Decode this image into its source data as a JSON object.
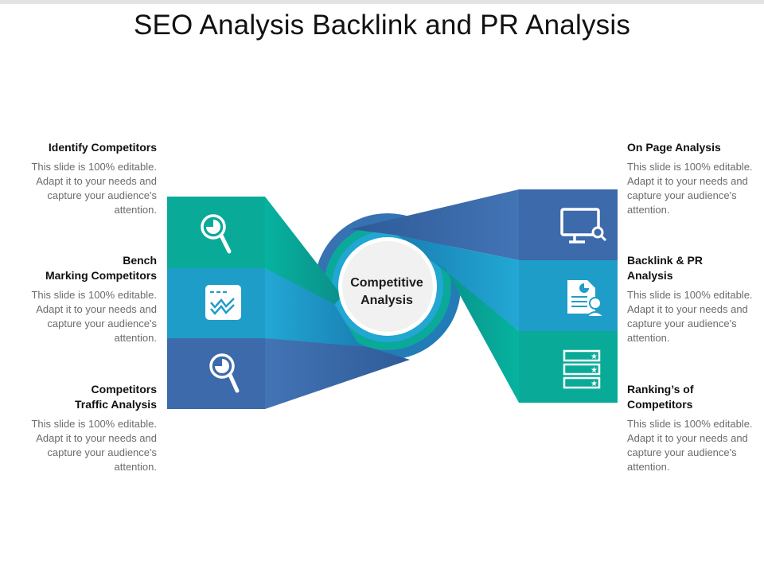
{
  "title": "SEO Analysis Backlink and PR Analysis",
  "center": {
    "line1": "Competitive",
    "line2": "Analysis"
  },
  "colors": {
    "teal": "#0aaa99",
    "sky": "#1f9dc9",
    "blue": "#3c6aab"
  },
  "left_items": [
    {
      "title": "Identify Competitors",
      "text": "This slide is 100% editable. Adapt it to your needs and capture your audience's attention.",
      "icon": "magnifier-chart-icon",
      "color": "#0aaa99"
    },
    {
      "title_line1": "Bench",
      "title_line2": "Marking Competitors",
      "text": "This slide is 100% editable. Adapt it to your needs and capture your audience's attention.",
      "icon": "dashboard-check-icon",
      "color": "#1f9dc9"
    },
    {
      "title_line1": "Competitors",
      "title_line2": "Traffic Analysis",
      "text": "This slide is 100% editable. Adapt it to your needs and capture your audience's attention.",
      "icon": "magnifier-chart-icon",
      "color": "#3c6aab"
    }
  ],
  "right_items": [
    {
      "title": "On Page Analysis",
      "text": "This slide is 100% editable. Adapt it to your needs and capture your audience's attention.",
      "icon": "monitor-search-icon",
      "color": "#3c6aab"
    },
    {
      "title_line1": "Backlink & PR",
      "title_line2": "Analysis",
      "text": "This slide is 100% editable. Adapt it to your needs and capture your audience's attention.",
      "icon": "document-user-icon",
      "color": "#1f9dc9"
    },
    {
      "title_line1": "Ranking’s of",
      "title_line2": "Competitors",
      "text": "This slide is 100% editable. Adapt it to your needs and capture your audience's attention.",
      "icon": "server-star-icon",
      "color": "#0aaa99"
    }
  ]
}
